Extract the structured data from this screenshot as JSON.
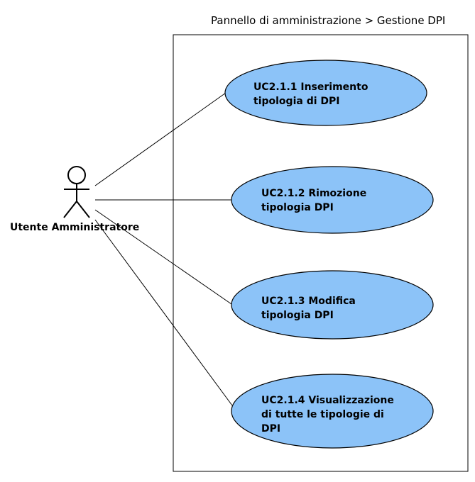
{
  "system": {
    "title": "Pannello di amministrazione > Gestione DPI"
  },
  "actor": {
    "label": "Utente Amministratore"
  },
  "use_cases": [
    {
      "id": "uc-2-1-1",
      "lines": [
        "UC2.1.1 Inserimento",
        "tipologia di DPI"
      ]
    },
    {
      "id": "uc-2-1-2",
      "lines": [
        "UC2.1.2 Rimozione",
        "tipologia DPI"
      ]
    },
    {
      "id": "uc-2-1-3",
      "lines": [
        "UC2.1.3 Modifica",
        "tipologia DPI"
      ]
    },
    {
      "id": "uc-2-1-4",
      "lines": [
        "UC2.1.4 Visualizzazione",
        "di tutte le tipologie di",
        "DPI"
      ]
    }
  ],
  "colors": {
    "use_case_fill": "#8cc3f8",
    "line": "#000000",
    "background": "#ffffff"
  }
}
